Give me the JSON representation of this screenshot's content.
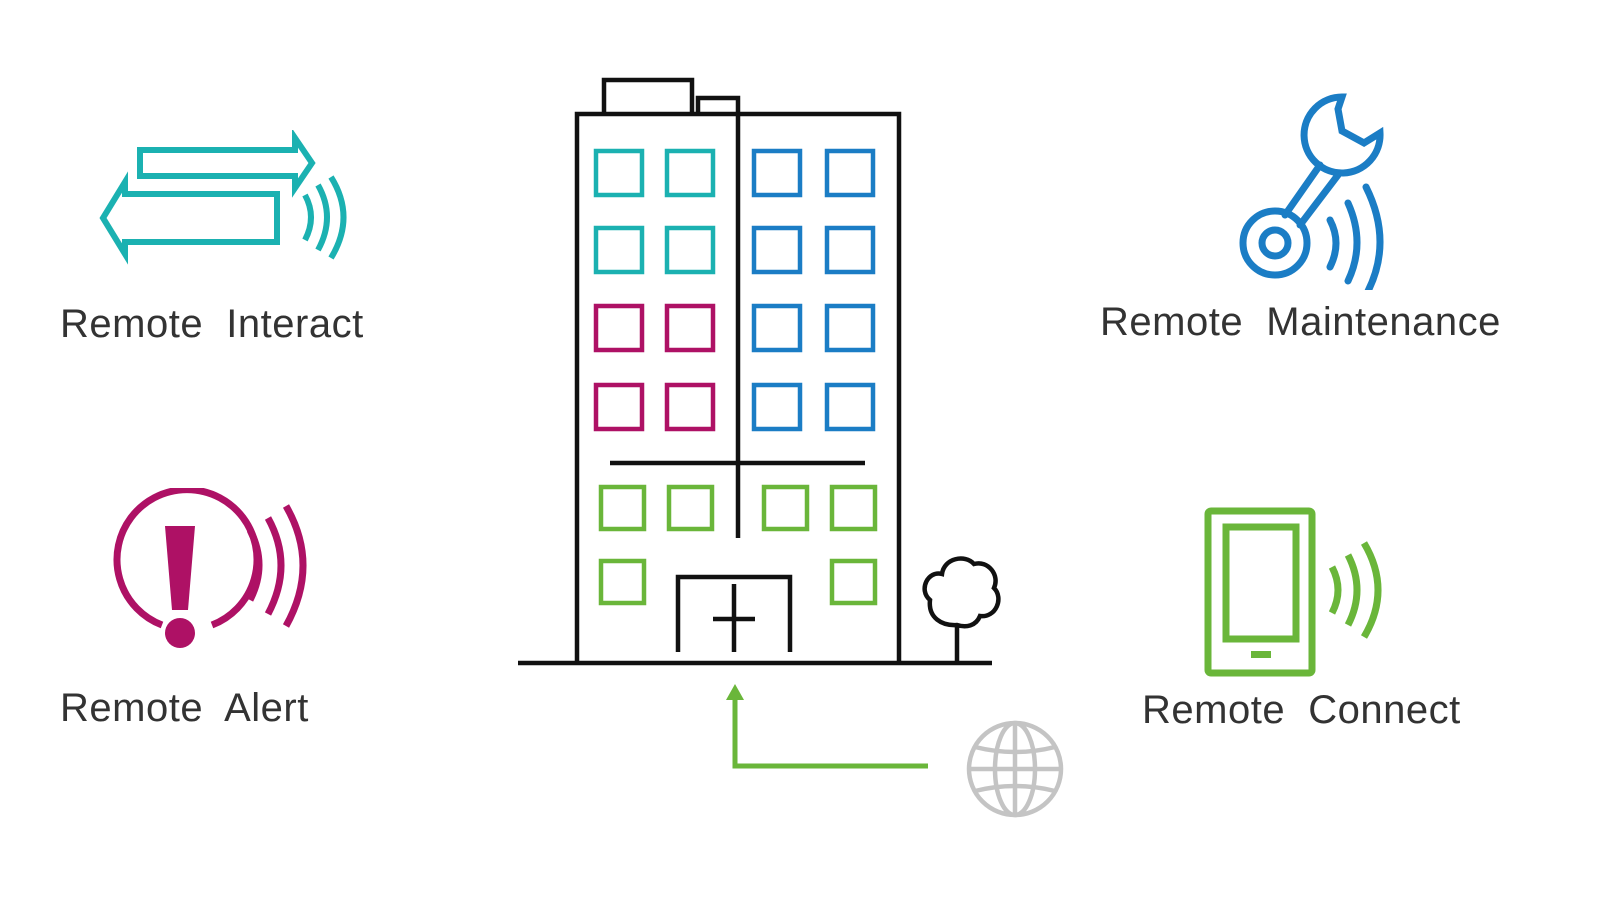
{
  "colors": {
    "teal": "#1bb1b1",
    "magenta": "#ae1165",
    "blue": "#1b7dc5",
    "green": "#6ab63a",
    "gray": "#c4c4c4",
    "ink": "#111111",
    "text": "#333333"
  },
  "features": [
    {
      "id": "interact",
      "label": "Remote  Interact",
      "icon": "bidirectional-arrows-signal-icon",
      "color": "#1bb1b1"
    },
    {
      "id": "alert",
      "label": "Remote  Alert",
      "icon": "alert-exclamation-signal-icon",
      "color": "#ae1165"
    },
    {
      "id": "maintenance",
      "label": "Remote  Maintenance",
      "icon": "wrench-signal-icon",
      "color": "#1b7dc5"
    },
    {
      "id": "connect",
      "label": "Remote  Connect",
      "icon": "tablet-signal-icon",
      "color": "#6ab63a"
    }
  ],
  "center": {
    "building_icon": "office-building-icon",
    "tree_icon": "tree-icon",
    "globe_icon": "globe-icon",
    "arrow_icon": "up-arrow-connector-icon"
  }
}
